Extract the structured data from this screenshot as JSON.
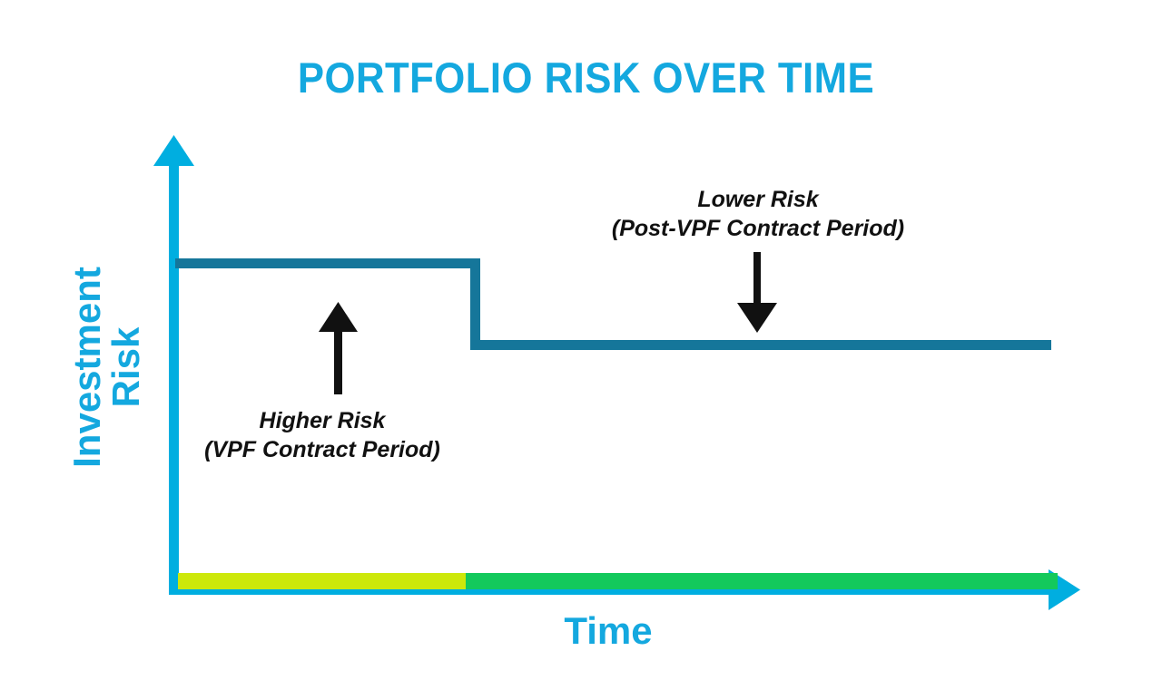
{
  "chart_data": {
    "type": "line",
    "title": "PORTFOLIO RISK OVER TIME",
    "xlabel": "Time",
    "ylabel_line1": "Investment",
    "ylabel_line2": "Risk",
    "ylabel": "Investment Risk",
    "grid": false,
    "legend": "none",
    "axis_style": "arrow-axes, no tick labels, qualitative",
    "series": [
      {
        "name": "Portfolio Risk",
        "style": "step",
        "color": "#15769A",
        "points": [
          {
            "x": 0.0,
            "y": 0.82
          },
          {
            "x": 0.34,
            "y": 0.82
          },
          {
            "x": 0.34,
            "y": 0.63
          },
          {
            "x": 1.0,
            "y": 0.63
          }
        ]
      }
    ],
    "periods": [
      {
        "label": "VPF Contract Period",
        "risk_level": "Higher Risk",
        "color": "#CDE80A",
        "x_start": 0.0,
        "x_end": 0.33
      },
      {
        "label": "Post-VPF Contract Period",
        "risk_level": "Lower Risk",
        "color": "#13C95C",
        "x_start": 0.33,
        "x_end": 1.0
      }
    ],
    "annotations": [
      {
        "text_line1": "Higher Risk",
        "text_line2": "(VPF Contract Period)",
        "arrow": "up",
        "points_to": "high-risk-segment"
      },
      {
        "text_line1": "Lower Risk",
        "text_line2": "(Post-VPF Contract Period)",
        "arrow": "down",
        "points_to": "low-risk-segment"
      }
    ],
    "xlim": [
      0,
      1
    ],
    "ylim": [
      0,
      1
    ]
  },
  "title": "PORTFOLIO RISK OVER TIME",
  "axes": {
    "y_label_line1": "Investment",
    "y_label_line2": "Risk",
    "x_label": "Time"
  },
  "annotations": {
    "higher": {
      "line1": "Higher Risk",
      "line2": "(VPF Contract Period)"
    },
    "lower": {
      "line1": "Lower Risk",
      "line2": "(Post-VPF Contract Period)"
    }
  },
  "colors": {
    "accent_cyan": "#14A8DF",
    "axis_cyan": "#00AEE0",
    "risk_line_teal": "#15769A",
    "period_vpf_yellow_green": "#CDE80A",
    "period_post_vpf_green": "#13C95C",
    "annotation_black": "#111111",
    "background": "#FFFFFF"
  }
}
